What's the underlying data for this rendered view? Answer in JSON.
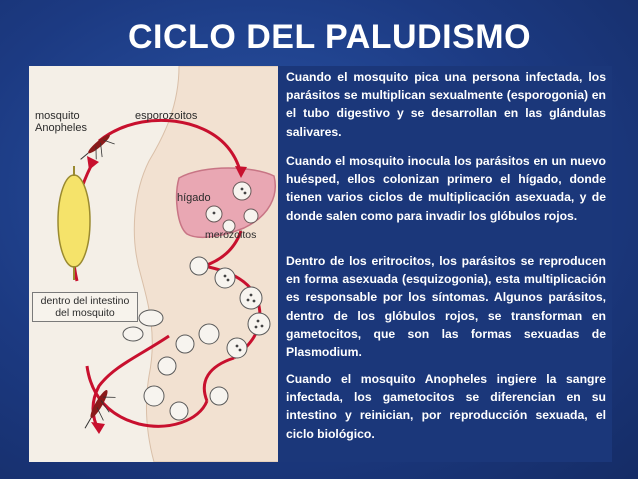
{
  "title": "CICLO DEL PALUDISMO",
  "illustration": {
    "labels": {
      "mosquito": "mosquito",
      "anopheles": "Anopheles",
      "esporozoitos": "esporozoitos",
      "higado": "hígado",
      "merozoitos": "merozoitos",
      "intestino_line1": "dentro del intestino",
      "intestino_line2": "del mosquito"
    },
    "colors": {
      "arrow": "#c8102e",
      "liver": "#e9a7b3",
      "liver_outline": "#c87585",
      "skin": "#f2e1d1",
      "cell": "#f7f4ef"
    }
  },
  "paragraphs": [
    "Cuando el mosquito pica una persona infectada, los parásitos se multiplican sexualmente (esporogonia) en el tubo digestivo y se desarrollan en las glándulas salivares.",
    "Cuando el mosquito inocula los parásitos en un nuevo huésped, ellos colonizan primero el hígado, donde tienen varios ciclos de multiplicación asexuada, y de donde salen como para invadir los glóbulos rojos.",
    "Dentro de los eritrocitos, los parásitos se reproducen en forma asexuada (esquizogonia), esta multiplicación es responsable por los síntomas. Algunos parásitos, dentro de los glóbulos rojos, se transforman en gametocitos, que son las formas sexuadas de Plasmodium.",
    "Cuando el mosquito Anopheles ingiere la sangre infectada, los gametocitos se diferencian en su intestino y reinician, por reproducción sexuada, el ciclo biológico."
  ],
  "colors": {
    "background": "#1f3f88",
    "text": "#ffffff",
    "panel": "#1b377a"
  }
}
